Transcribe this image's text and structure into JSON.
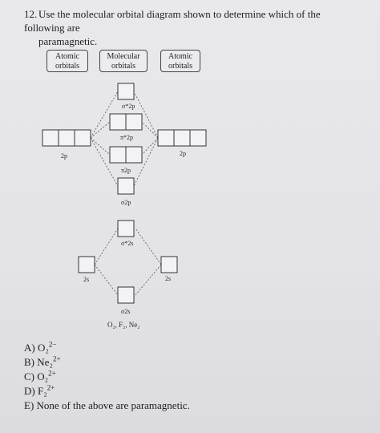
{
  "question": {
    "number": "12.",
    "line1": "Use the molecular orbital diagram shown to determine which of the following are",
    "line2": "paramagnetic."
  },
  "headers": {
    "atomic_left": [
      "Atomic",
      "orbitals"
    ],
    "molecular": [
      "Molecular",
      "orbitals"
    ],
    "atomic_right": [
      "Atomic",
      "orbitals"
    ]
  },
  "diagram": {
    "label_2p_left": "2p",
    "label_2p_right": "2p",
    "label_2s_left": "2s",
    "label_2s_right": "2s",
    "mo_labels": {
      "sigma_2p_star": "σ*2p",
      "pi_2p_star": "π*2p",
      "pi_2p": "π2p",
      "sigma_2p": "σ2p",
      "sigma_2s_star": "σ*2s",
      "sigma_2s": "σ2s"
    },
    "caption": "O₂, F₂, Ne₂"
  },
  "answers": [
    {
      "letter": "A)",
      "formula": "O₂",
      "charge": "2−"
    },
    {
      "letter": "B)",
      "formula": "Ne₂",
      "charge": "2+"
    },
    {
      "letter": "C)",
      "formula": "O₂",
      "charge": "2+"
    },
    {
      "letter": "D)",
      "formula": "F₂",
      "charge": "2+"
    },
    {
      "letter": "E)",
      "formula": "None of the above are paramagnetic.",
      "charge": ""
    }
  ]
}
